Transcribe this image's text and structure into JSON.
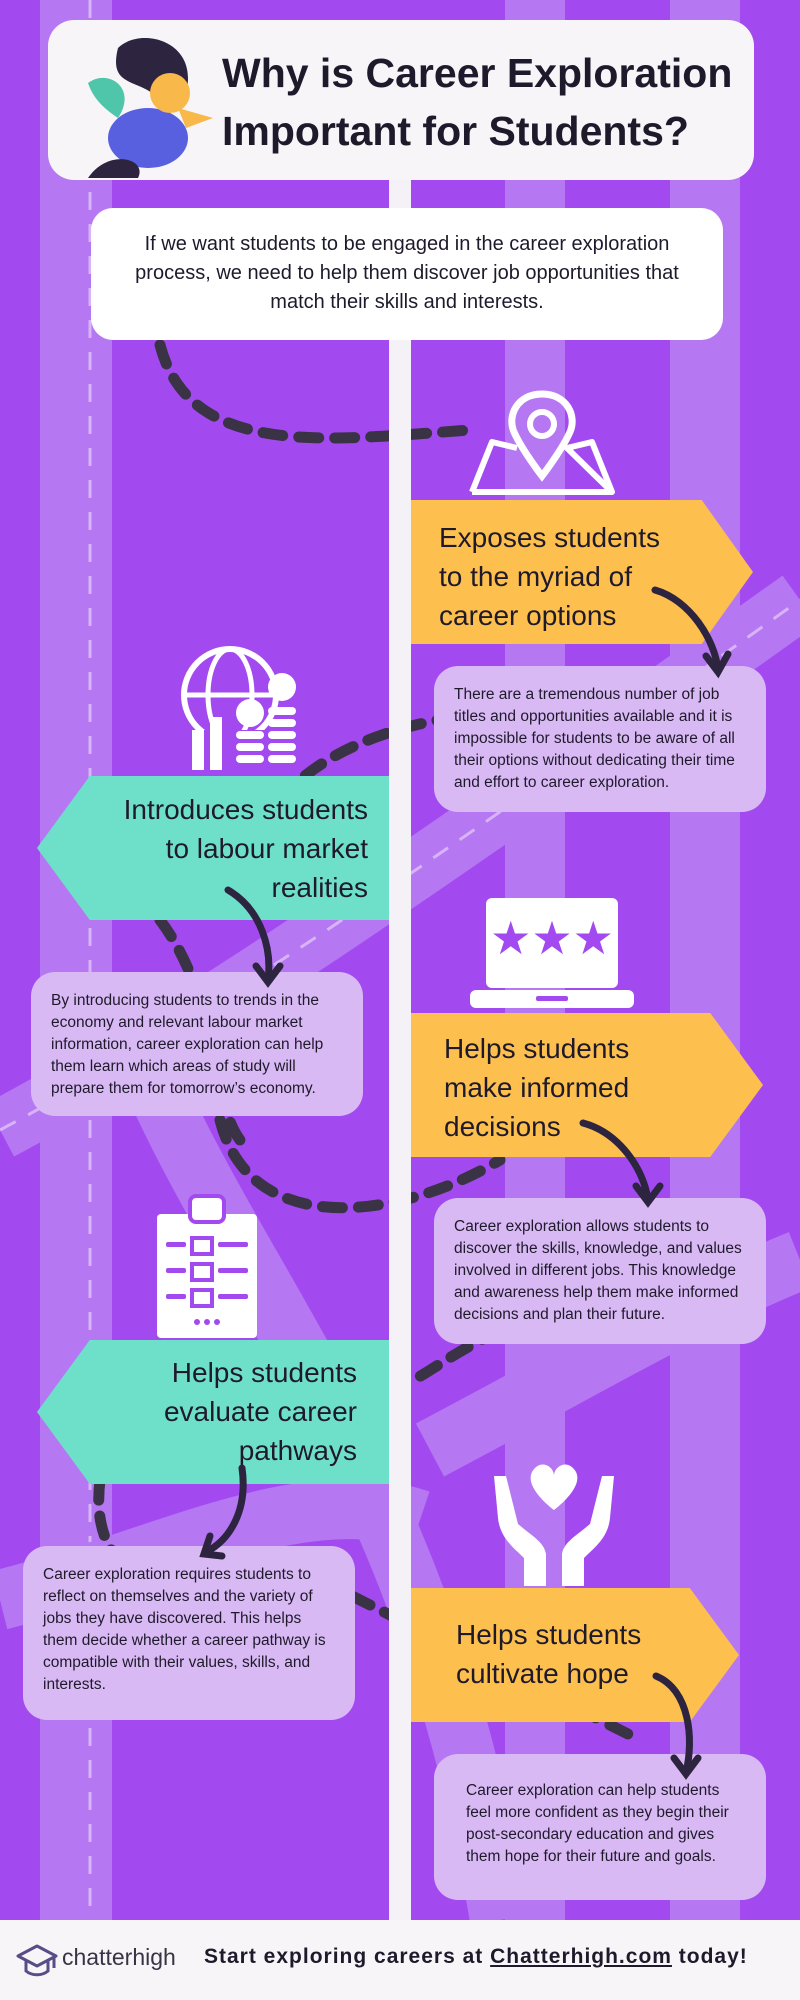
{
  "title": "Why is Career Exploration Important for Students?",
  "intro": "If we want students to be engaged in the career exploration process, we need to help them discover job opportunities that match their skills and interests.",
  "sections": [
    {
      "title": "Exposes students to the myriad of career options",
      "description": "There are a tremendous number of job titles and opportunities available and it is impossible for students to be aware of all their options without dedicating their time and effort to career exploration.",
      "icon": "map-pin-icon",
      "color": "#fdbf4d"
    },
    {
      "title": "Introduces students to labour market realities",
      "description": "By introducing students to trends in the economy and relevant labour market information, career exploration can help them learn which areas of study will prepare them for tomorrow’s economy.",
      "icon": "globe-money-chart-icon",
      "color": "#6ee0c9"
    },
    {
      "title": "Helps students make informed decisions",
      "description": "Career exploration allows students to discover the skills, knowledge, and values involved in different jobs. This knowledge and awareness help them make informed decisions and plan their future.",
      "icon": "laptop-stars-icon",
      "color": "#fdbf4d"
    },
    {
      "title": "Helps students evaluate career pathways",
      "description": "Career exploration requires students to reflect on themselves and the variety of jobs they have discovered. This helps them decide whether a career pathway is compatible with their values, skills, and interests.",
      "icon": "clipboard-checklist-icon",
      "color": "#6ee0c9"
    },
    {
      "title": "Helps students cultivate hope",
      "description": "Career exploration can help students feel more confident as they begin their post-secondary education and gives them hope for their future and goals.",
      "icon": "hands-heart-icon",
      "color": "#fdbf4d"
    }
  ],
  "footer": {
    "brand": "chatterhigh",
    "cta_prefix": "Start exploring careers at ",
    "cta_link": "Chatterhigh.com",
    "cta_suffix": " today!"
  },
  "colors": {
    "background": "#a24af0",
    "yellow": "#fdbf4d",
    "teal": "#6ee0c9",
    "lavender": "#d8b9f4"
  }
}
